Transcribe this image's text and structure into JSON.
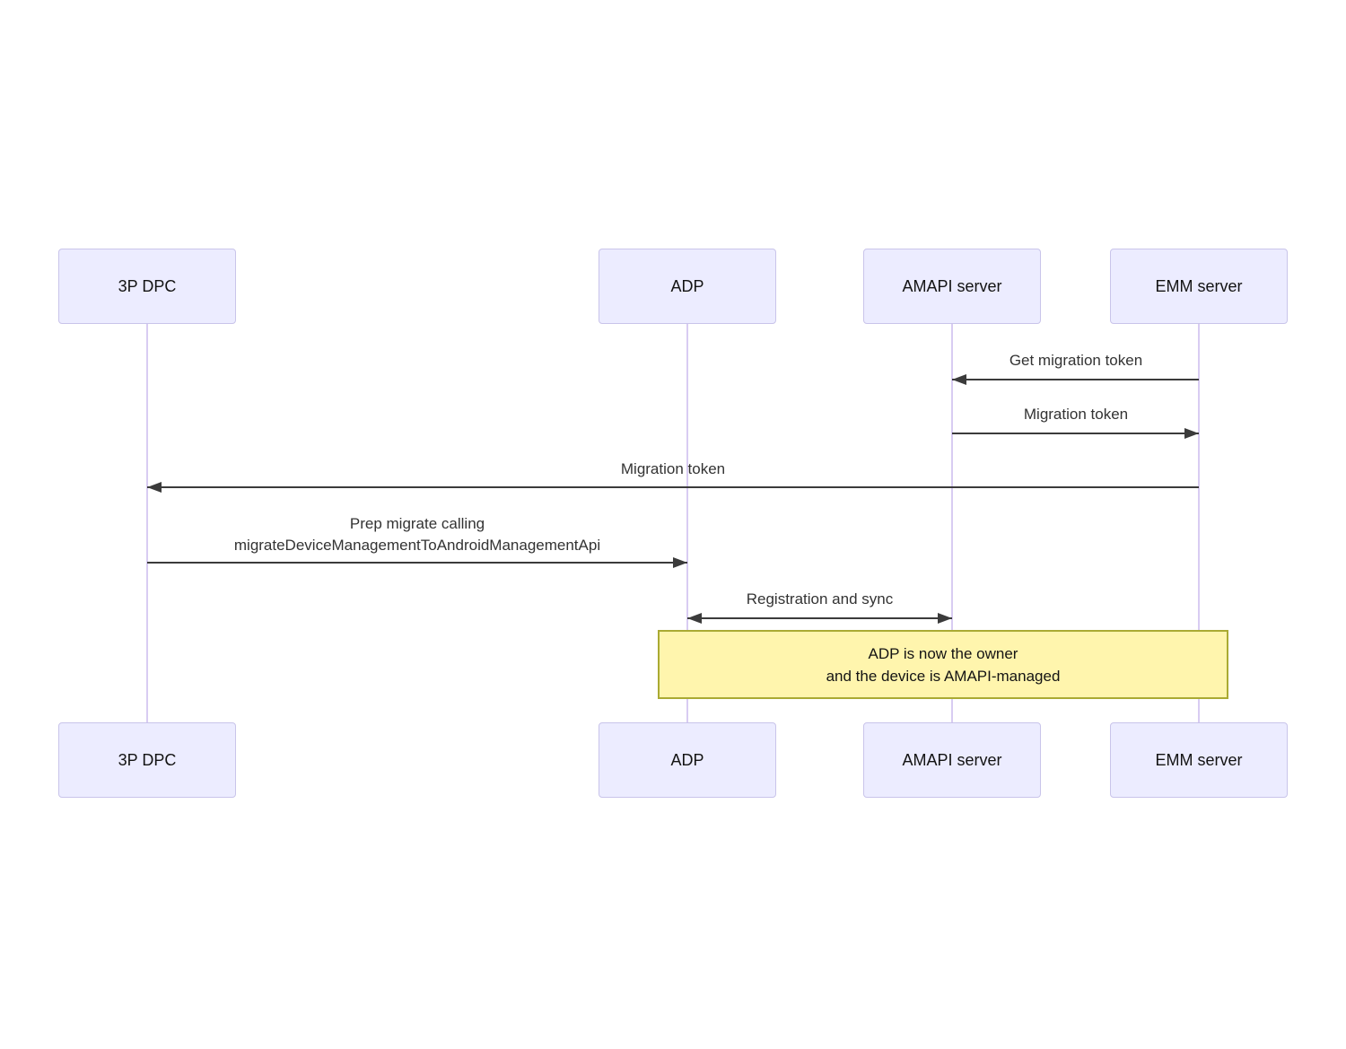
{
  "diagram": {
    "type": "sequence-diagram",
    "background_color": "#ffffff",
    "actors": [
      {
        "label": "3P DPC"
      },
      {
        "label": "ADP"
      },
      {
        "label": "AMAPI server"
      },
      {
        "label": "EMM server"
      }
    ],
    "messages": [
      {
        "from": "EMM server",
        "to": "AMAPI server",
        "label": "Get migration token",
        "arrow": "left"
      },
      {
        "from": "AMAPI server",
        "to": "EMM server",
        "label": "Migration token",
        "arrow": "right"
      },
      {
        "from": "EMM server",
        "to": "3P DPC",
        "label": "Migration token",
        "arrow": "left"
      },
      {
        "from": "3P DPC",
        "to": "ADP",
        "label": "Prep migrate calling\nmigrateDeviceManagementToAndroidManagementApi",
        "arrow": "right"
      },
      {
        "from": "ADP",
        "to": "AMAPI server",
        "label": "Registration and sync",
        "arrow": "both"
      }
    ],
    "note": {
      "from": "ADP",
      "to": "EMM server",
      "label": "ADP is now the owner\nand the device is AMAPI-managed"
    },
    "colors": {
      "actor_fill": "#ECECFF",
      "actor_border": "#C9C4EA",
      "lifeline": "#D8CCF2",
      "message_line": "#3B3B3B",
      "message_text": "#333333",
      "note_fill": "#FFF5AD",
      "note_border": "#AAAA33"
    }
  }
}
